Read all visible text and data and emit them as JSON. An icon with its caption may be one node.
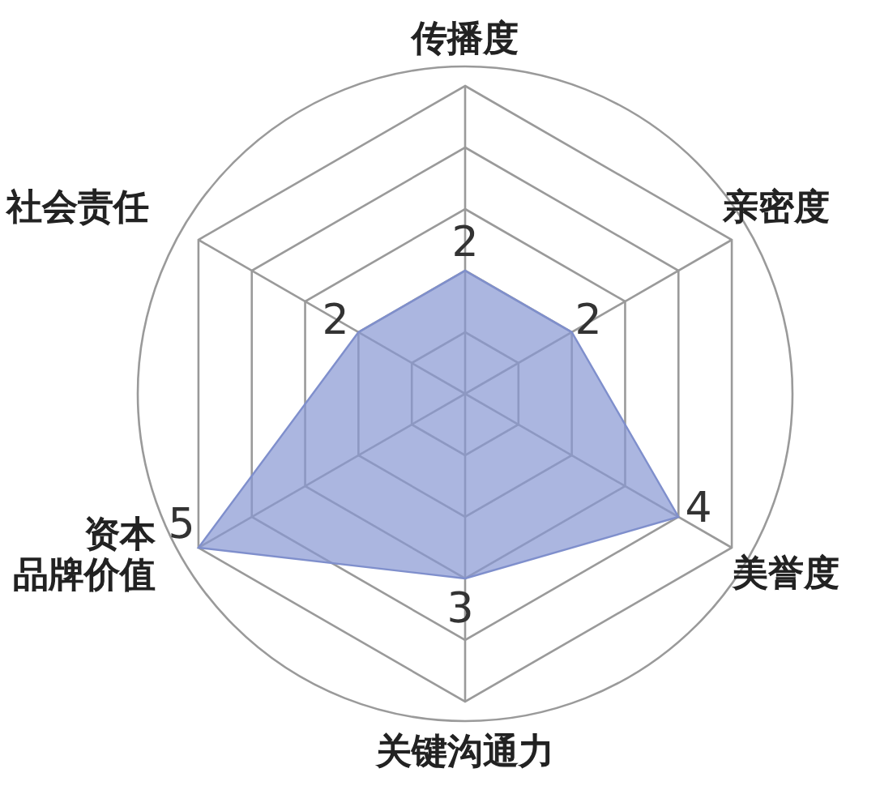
{
  "diagram": {
    "labels": [
      "传播度",
      "社会责任",
      "亲密度",
      "2",
      "2",
      "2",
      "4",
      "5",
      "资本品牌价值",
      "美誉度",
      "3",
      "关键沟通力"
    ]
  }
}
